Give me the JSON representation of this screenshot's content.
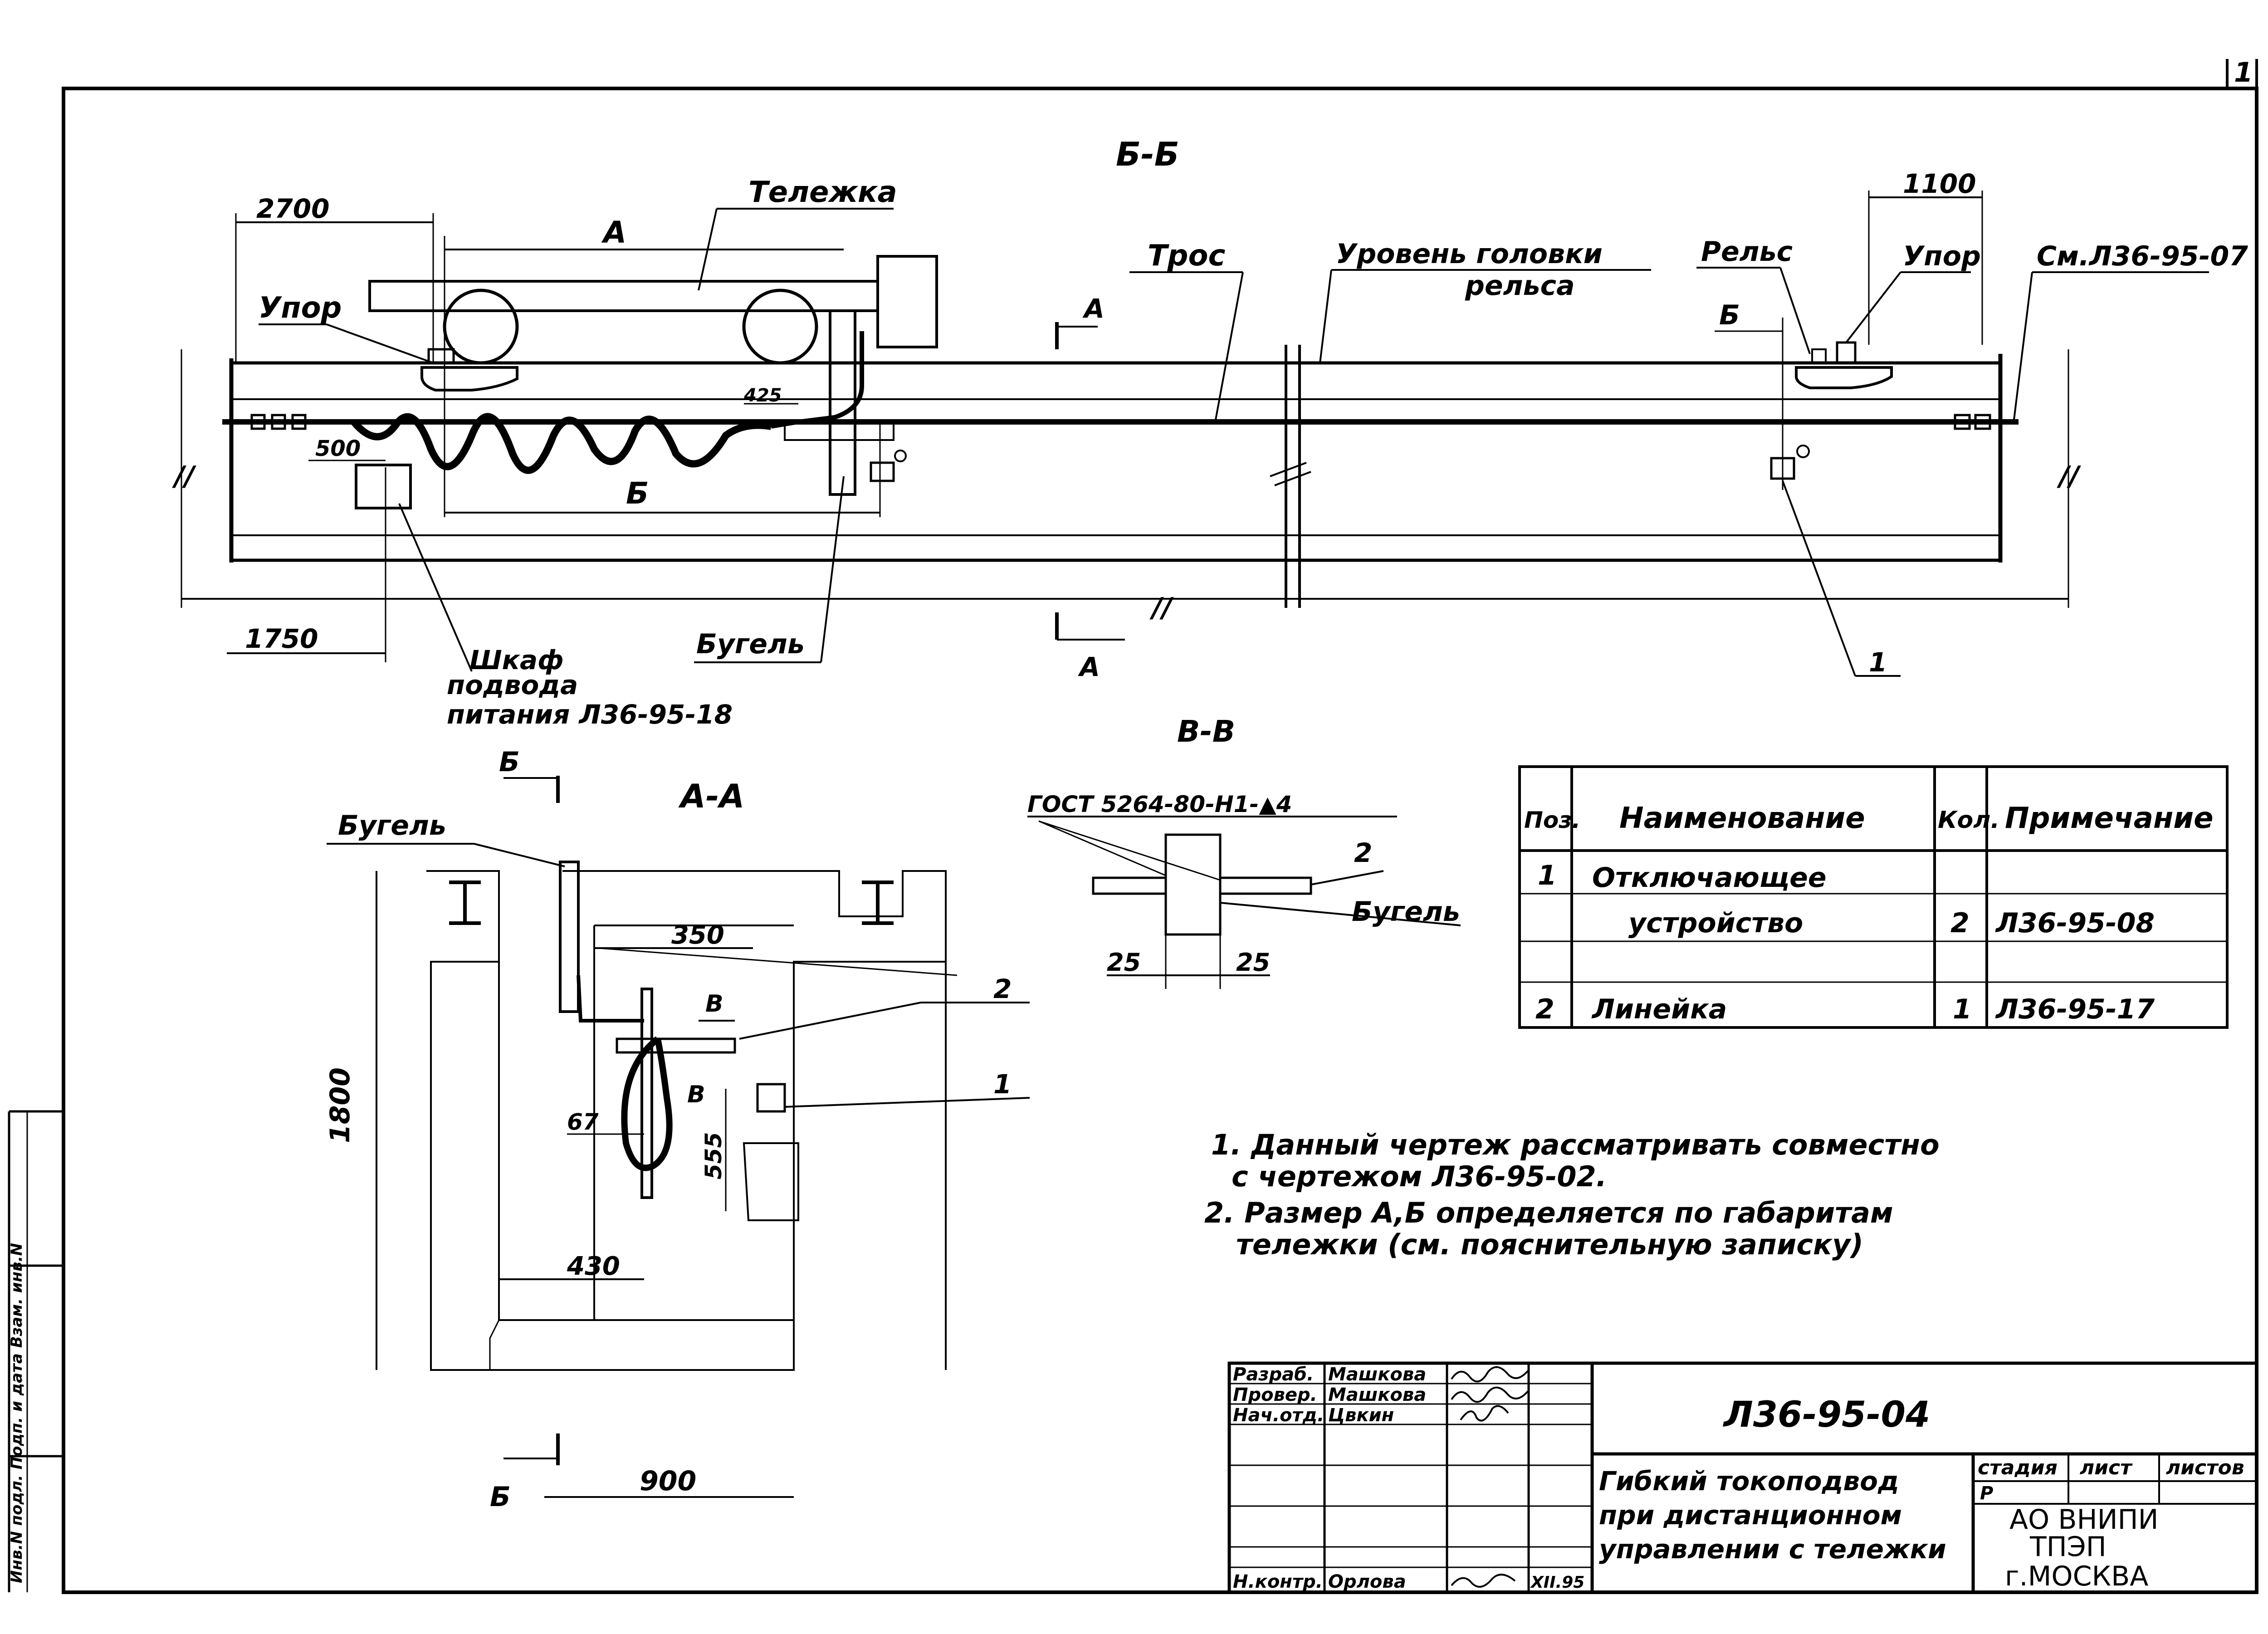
{
  "sheet_number": "1",
  "section_bb": {
    "title": "Б-Б",
    "labels": {
      "trolley": "Тележка",
      "stop_left": "Упор",
      "stop_right": "Упор",
      "rope": "Трос",
      "rail_head_line1": "Уровень головки",
      "rail_head_line2": "рельса",
      "rail": "Рельс",
      "see_ref": "См.Л36-95-07",
      "cabinet_line1": "Шкаф",
      "cabinet_line2": "подвода",
      "cabinet_line3": "питания Л36-95-18",
      "stirrup": "Бугель",
      "pos1": "1",
      "dim_A": "А",
      "dim_B": "Б",
      "dim_B_rail": "Б",
      "cut_A_top": "А",
      "cut_A_bottom": "А",
      "break_mark": "//"
    },
    "dims": {
      "d2700": "2700",
      "d1100": "1100",
      "d425": "425",
      "d500": "500",
      "d1750": "1750"
    }
  },
  "section_aa": {
    "title": "А-А",
    "labels": {
      "stirrup": "Бугель",
      "pos2": "2",
      "pos1": "1",
      "cut_B_top": "Б",
      "cut_B_bottom": "Б",
      "cut_V": "В",
      "cut_V2": "В"
    },
    "dims": {
      "d350": "350",
      "d1800": "1800",
      "d67": "67",
      "d555": "555",
      "d430": "430",
      "d900": "900"
    }
  },
  "section_vv": {
    "title": "В-В",
    "weld_note": "ГОСТ 5264-80-Н1-▲4",
    "labels": {
      "pos2": "2",
      "stirrup": "Бугель"
    },
    "dims": {
      "d25a": "25",
      "d25b": "25"
    }
  },
  "spec_table": {
    "headers": [
      "Поз.",
      "Наименование",
      "Кол.",
      "Примечание"
    ],
    "rows": [
      {
        "pos": "1",
        "name_line1": "Отключающее",
        "name_line2": "устройство",
        "qty": "2",
        "note": "Л36-95-08"
      },
      {
        "pos": "2",
        "name_line1": "Линейка",
        "name_line2": "",
        "qty": "1",
        "note": "Л36-95-17"
      }
    ]
  },
  "notes": [
    "1. Данный чертеж рассматривать совместно",
    "с чертежом Л36-95-02.",
    "2. Размер А,Б определяется по габаритам",
    "тележки (см. пояснительную записку)"
  ],
  "title_block": {
    "doc_code": "Л36-95-04",
    "title_line1": "Гибкий токоподвод",
    "title_line2": "при дистанционном",
    "title_line3": "управлении с тележки",
    "stage_label": "стадия",
    "sheet_label": "лист",
    "sheets_label": "листов",
    "stage_value": "Р",
    "org_line1": "АО ВНИПИ",
    "org_line2": "ТПЭП",
    "org_line3": "г.МОСКВА",
    "date": "XII.95",
    "roles": [
      {
        "role": "Разраб.",
        "name": "Машкова"
      },
      {
        "role": "Провер.",
        "name": "Машкова"
      },
      {
        "role": "Нач.отд.",
        "name": "Цвкин"
      },
      {
        "role": "",
        "name": ""
      },
      {
        "role": "",
        "name": ""
      },
      {
        "role": "",
        "name": ""
      },
      {
        "role": "Н.контр.",
        "name": "Орлова"
      }
    ]
  },
  "side_stamp": "Инв.N подл.   Подп. и дата   Взам. инв.N"
}
